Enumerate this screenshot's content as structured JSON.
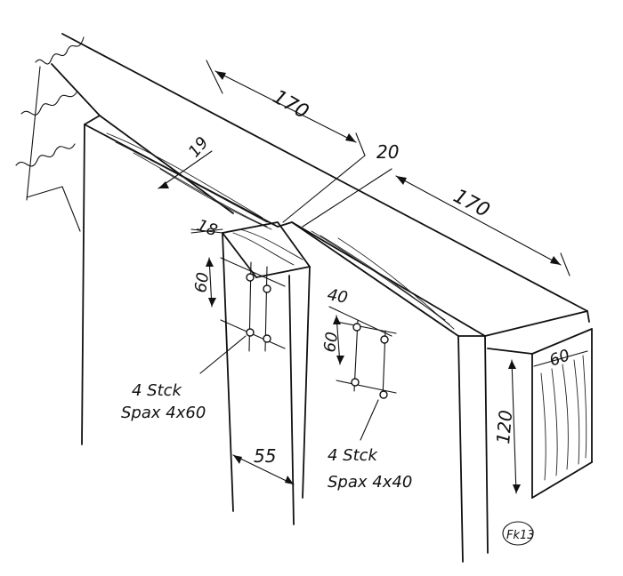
{
  "dimensions": {
    "top_left_length": "170",
    "gap": "20",
    "top_right_length": "170",
    "board_thickness": "19",
    "post_thickness": "18",
    "left_screw_spacing": "60",
    "right_screw_spacing_h": "40",
    "right_screw_spacing_v": "60",
    "post_width": "55",
    "beam_height": "120",
    "beam_width": "60"
  },
  "notes": {
    "left_screws_line1": "4 Stck",
    "left_screws_line2": "Spax 4x60",
    "right_screws_line1": "4 Stck",
    "right_screws_line2": "Spax 4x40"
  },
  "figure_label": "Fk13"
}
